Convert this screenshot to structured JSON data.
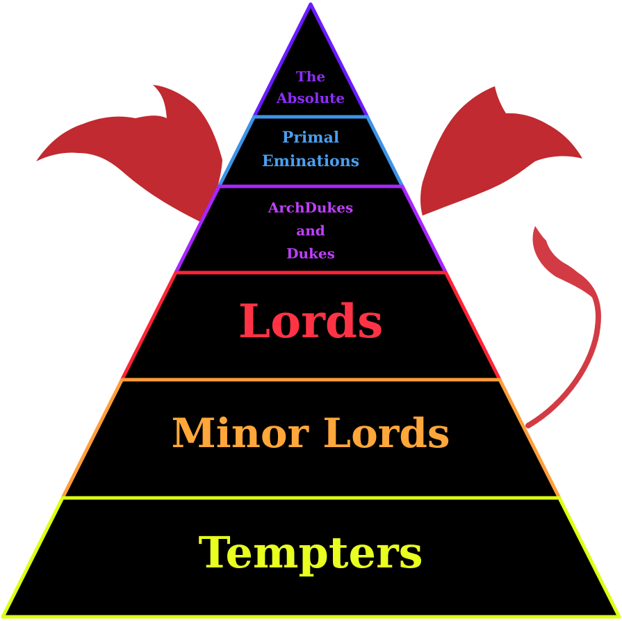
{
  "tiers": [
    {
      "lines": [
        "The",
        "Absolute"
      ],
      "color": "#8f2dff",
      "border": "#6a1cff"
    },
    {
      "lines": [
        "Primal",
        "Eminations"
      ],
      "color": "#4a9ff0",
      "border": "#3d93e8"
    },
    {
      "lines": [
        "ArchDukes",
        "and",
        "Dukes"
      ],
      "color": "#c040ff",
      "border": "#a826ff"
    },
    {
      "lines": [
        "Lords"
      ],
      "color": "#ff3345",
      "border": "#ff2438"
    },
    {
      "lines": [
        "Minor Lords"
      ],
      "color": "#ffa73a",
      "border": "#ff9e3a"
    },
    {
      "lines": [
        "Tempters"
      ],
      "color": "#e8ff20",
      "border": "#dcff14"
    }
  ],
  "wing_color": "#c02a30",
  "tail_color": "#d23b43",
  "pyramid_fill": "#000000"
}
